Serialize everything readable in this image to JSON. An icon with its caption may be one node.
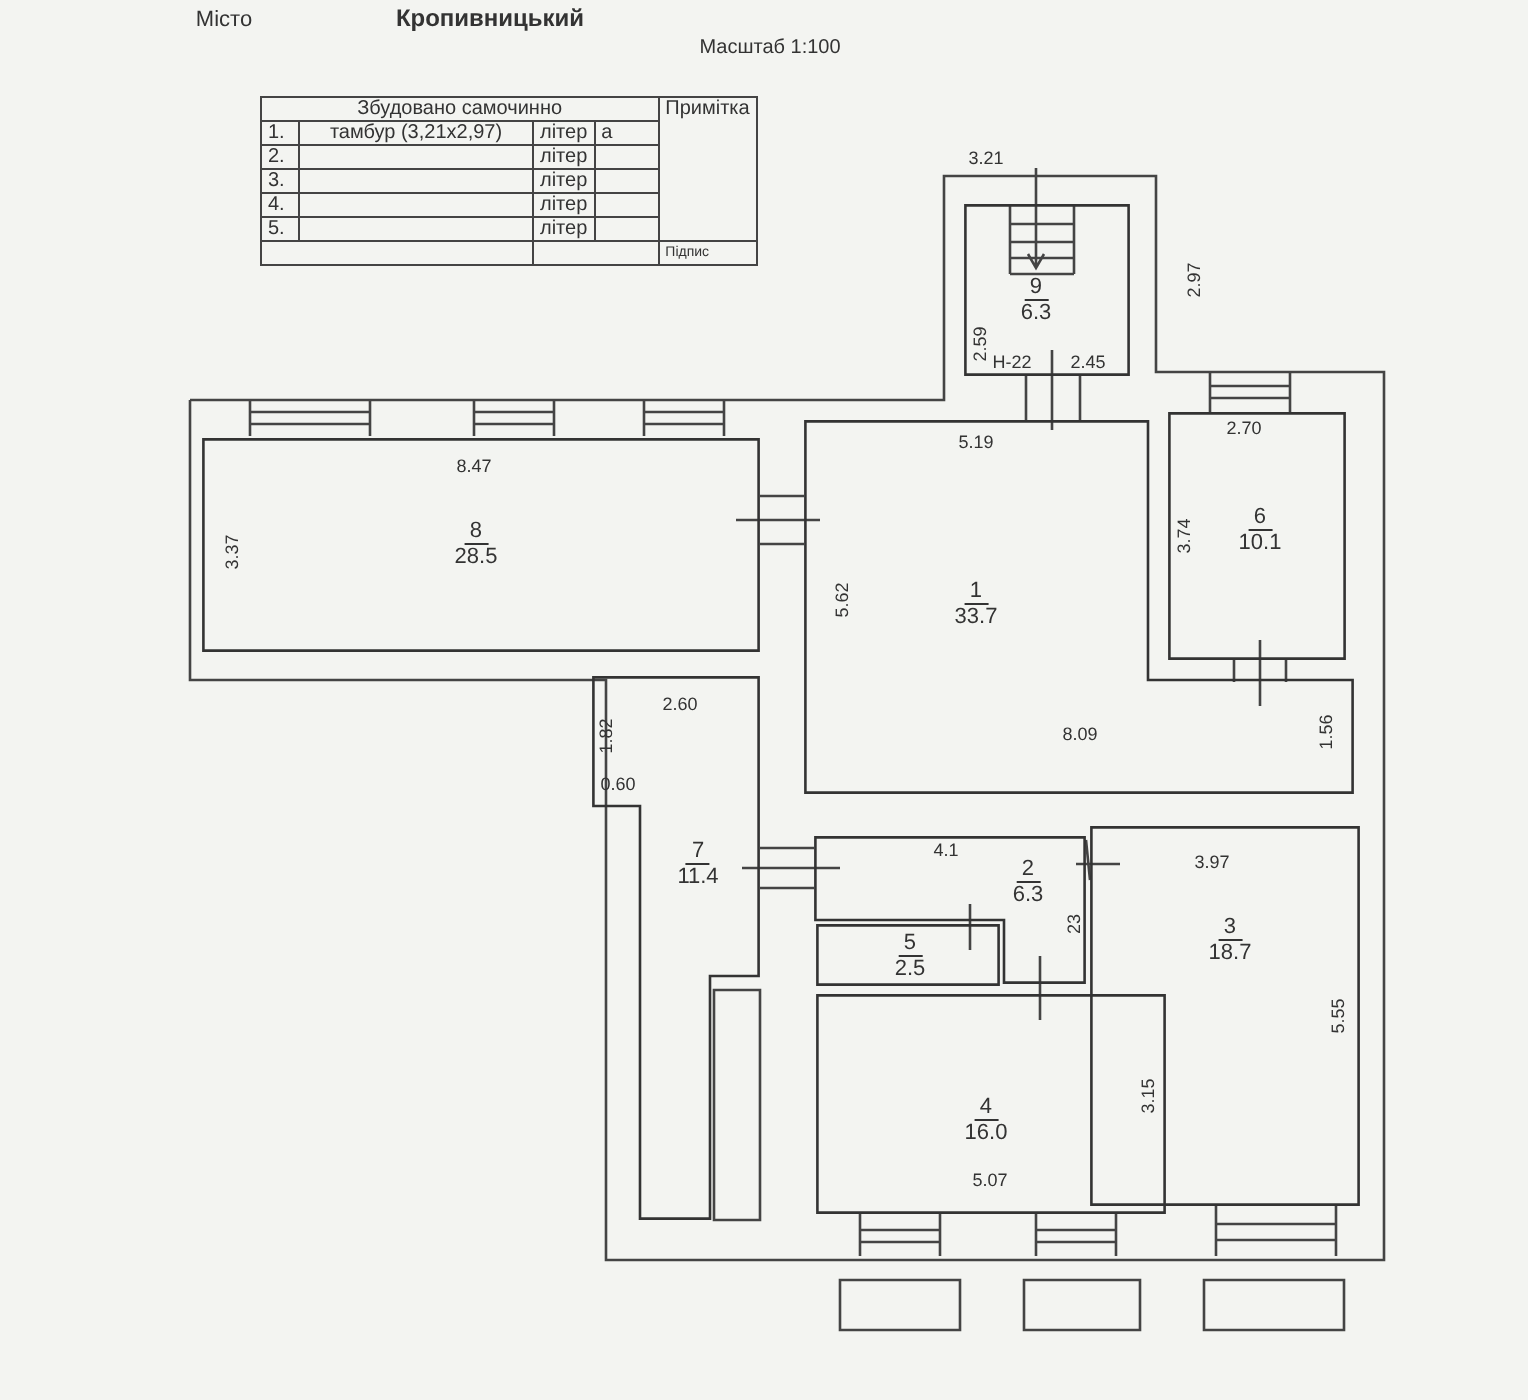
{
  "diagram": {
    "title": "Масштаб 1:100",
    "nodes": [
      {
        "text": [
          "9",
          "6.3"
        ]
      },
      {
        "text": [
          "8",
          "28.5"
        ]
      },
      {
        "text": [
          "1",
          "33.7"
        ]
      },
      {
        "text": [
          "6",
          "10.1"
        ]
      },
      {
        "text": [
          "7",
          "11.4"
        ]
      },
      {
        "text": [
          "2",
          "6.3"
        ]
      },
      {
        "text": [
          "5",
          "2.5"
        ]
      },
      {
        "text": [
          "3",
          "18.7"
        ]
      },
      {
        "text": [
          "4",
          "16.0"
        ]
      }
    ],
    "labels": [
      "Місто",
      "Кропивницький",
      "Збудовано самочинно",
      "Примітка",
      "1.",
      "тамбур (3,21x2,97)",
      "літер",
      "а",
      "2.",
      "літер",
      "3.",
      "літер",
      "4.",
      "літер",
      "5.",
      "літер",
      "Підпис",
      "3.21",
      "2.97",
      "2.59",
      "Н-22",
      "2.45",
      "8.47",
      "5.19",
      "2.70",
      "3.37",
      "3.74",
      "5.62",
      "2.60",
      "1.82",
      "0.60",
      "8.09",
      "1.56",
      "4.1",
      "3.97",
      "23",
      "3.15",
      "5.55",
      "5.07"
    ]
  }
}
